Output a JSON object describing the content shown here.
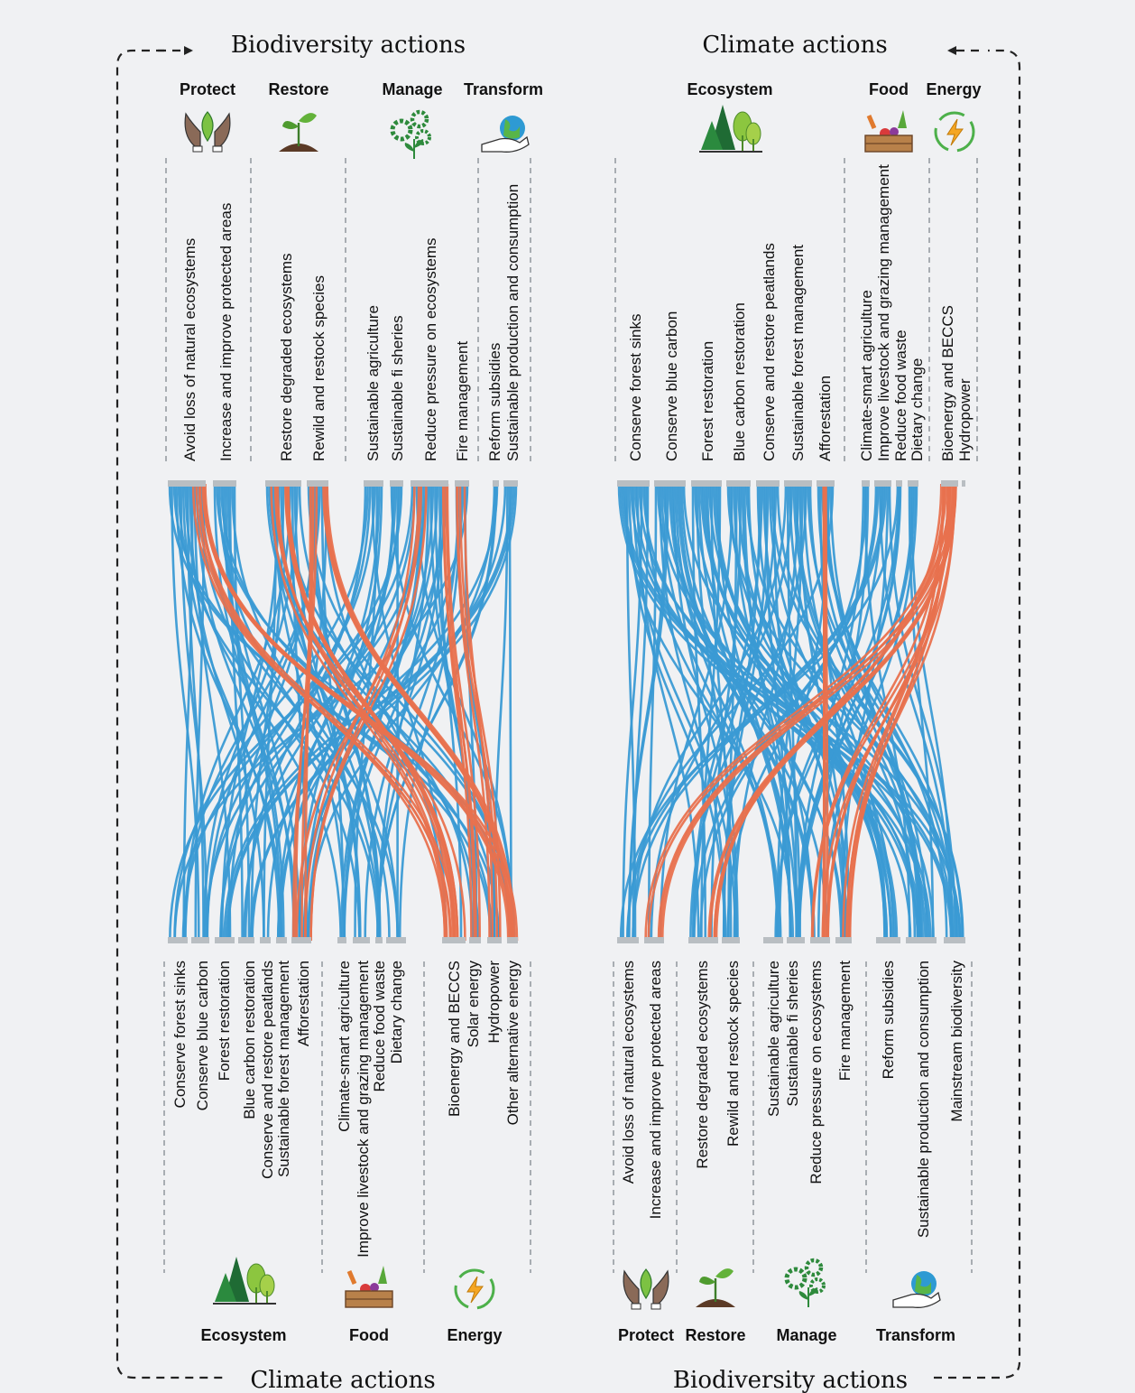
{
  "colors": {
    "synergy": "#3a9ad4",
    "tradeoff": "#e8714e",
    "bar": "#b9bec2",
    "guide": "#a8adb2",
    "frame": "#222222"
  },
  "left_panel": {
    "top_title": "Biodiversity actions",
    "bottom_title": "Climate actions",
    "top_categories": [
      {
        "label": "Protect",
        "icon": "hands-leaf-icon"
      },
      {
        "label": "Restore",
        "icon": "sprout-icon"
      },
      {
        "label": "Manage",
        "icon": "gears-plant-icon"
      },
      {
        "label": "Transform",
        "icon": "hand-globe-icon"
      }
    ],
    "top_actions": [
      "Avoid loss of natural ecosystems",
      "Increase and improve protected areas",
      "Restore degraded ecosystems",
      "Rewild and restock species",
      "Sustainable agriculture",
      "Sustainable fi sheries",
      "Reduce pressure on ecosystems",
      "Fire management",
      "Reform subsidies",
      "Sustainable production and consumption"
    ],
    "bottom_categories": [
      {
        "label": "Ecosystem",
        "icon": "trees-icon"
      },
      {
        "label": "Food",
        "icon": "vegetable-crate-icon"
      },
      {
        "label": "Energy",
        "icon": "energy-bolt-icon"
      }
    ],
    "bottom_actions": [
      "Conserve forest sinks",
      "Conserve blue carbon",
      "Forest restoration",
      "Blue carbon restoration",
      "Conserve and restore peatlands",
      "Sustainable forest management",
      "Afforestation",
      "Climate-smart agriculture",
      "Improve livestock and grazing management",
      "Reduce food waste",
      "Dietary change",
      "Bioenergy and BECCS",
      "Solar energy",
      "Hydropower",
      "Other alternative energy"
    ]
  },
  "right_panel": {
    "top_title": "Climate actions",
    "bottom_title": "Biodiversity actions",
    "top_categories": [
      {
        "label": "Ecosystem",
        "icon": "trees-icon"
      },
      {
        "label": "Food",
        "icon": "vegetable-crate-icon"
      },
      {
        "label": "Energy",
        "icon": "energy-bolt-icon"
      }
    ],
    "top_actions": [
      "Conserve forest sinks",
      "Conserve blue carbon",
      "Forest restoration",
      "Blue carbon restoration",
      "Conserve and restore peatlands",
      "Sustainable forest management",
      "Afforestation",
      "Climate-smart agriculture",
      "Improve livestock and grazing management",
      "Reduce food waste",
      "Dietary change",
      "Bioenergy and BECCS",
      "Hydropower"
    ],
    "bottom_categories": [
      {
        "label": "Protect",
        "icon": "hands-leaf-icon"
      },
      {
        "label": "Restore",
        "icon": "sprout-icon"
      },
      {
        "label": "Manage",
        "icon": "gears-plant-icon"
      },
      {
        "label": "Transform",
        "icon": "hand-globe-icon"
      }
    ],
    "bottom_actions": [
      "Avoid loss of natural ecosystems",
      "Increase and improve protected areas",
      "Restore degraded ecosystems",
      "Rewild and restock species",
      "Sustainable agriculture",
      "Sustainable fi sheries",
      "Reduce pressure on ecosystems",
      "Fire management",
      "Reform subsidies",
      "Sustainable production and consumption",
      "Mainstream biodiversity"
    ]
  }
}
